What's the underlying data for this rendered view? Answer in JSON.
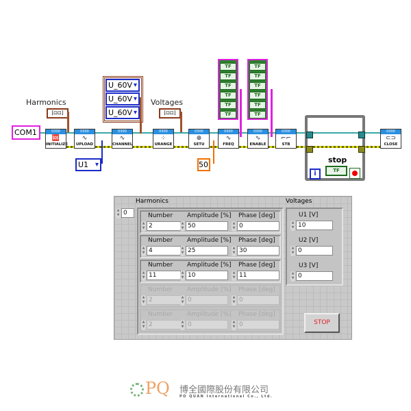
{
  "diagram": {
    "com_port": "COM1",
    "harmonics_label": "Harmonics",
    "voltages_label": "Voltages",
    "range_enums": [
      "U_60V",
      "U_60V",
      "U_60V"
    ],
    "channel_enum": "U1",
    "freq_constant": "50",
    "stop_label": "stop",
    "tf_label": "TF",
    "iteration_label": "i",
    "cluster_const_glyph": "[⊡⊡]",
    "node_header": "0300",
    "nodes": [
      {
        "label": "INITIALIZE",
        "icon": "🆘"
      },
      {
        "label": "UPLOAD",
        "icon": "∿"
      },
      {
        "label": "CHANNEL",
        "icon": "∿"
      },
      {
        "label": "URANGE",
        "icon": "⁘"
      },
      {
        "label": "SETU",
        "icon": "⊕"
      },
      {
        "label": "FREQ",
        "icon": "∿"
      },
      {
        "label": "ENABLE",
        "icon": "∿"
      },
      {
        "label": "STB",
        "icon": "⌐⌐"
      },
      {
        "label": "CLOSE",
        "icon": "⊂⊃"
      }
    ],
    "bool_array1": [
      "TF",
      "TF",
      "TF",
      "TF",
      "TF",
      "TF"
    ],
    "bool_array2": [
      "TF",
      "TF",
      "TF",
      "TF",
      "TF",
      "TF"
    ]
  },
  "panel": {
    "harmonics_title": "Harmonics",
    "array_index": "0",
    "headers": {
      "number": "Number",
      "amplitude": "Amplitude [%]",
      "phase": "Phase [deg]"
    },
    "rows": [
      {
        "number": "2",
        "amplitude": "50",
        "phase": "0",
        "enabled": true
      },
      {
        "number": "4",
        "amplitude": "25",
        "phase": "30",
        "enabled": true
      },
      {
        "number": "11",
        "amplitude": "10",
        "phase": "11",
        "enabled": true
      },
      {
        "number": "2",
        "amplitude": "0",
        "phase": "0",
        "enabled": false
      },
      {
        "number": "2",
        "amplitude": "0",
        "phase": "0",
        "enabled": false
      }
    ],
    "voltages_title": "Voltages",
    "voltages": [
      {
        "label": "U1 [V]",
        "value": "10"
      },
      {
        "label": "U2 [V]",
        "value": "0"
      },
      {
        "label": "U3 [V]",
        "value": "0"
      }
    ],
    "stop_button": "STOP"
  },
  "logo": {
    "mark": "PQ",
    "name_cn": "博全國際股份有限公司",
    "name_en": "PO QUAN International Co., Ltd."
  }
}
